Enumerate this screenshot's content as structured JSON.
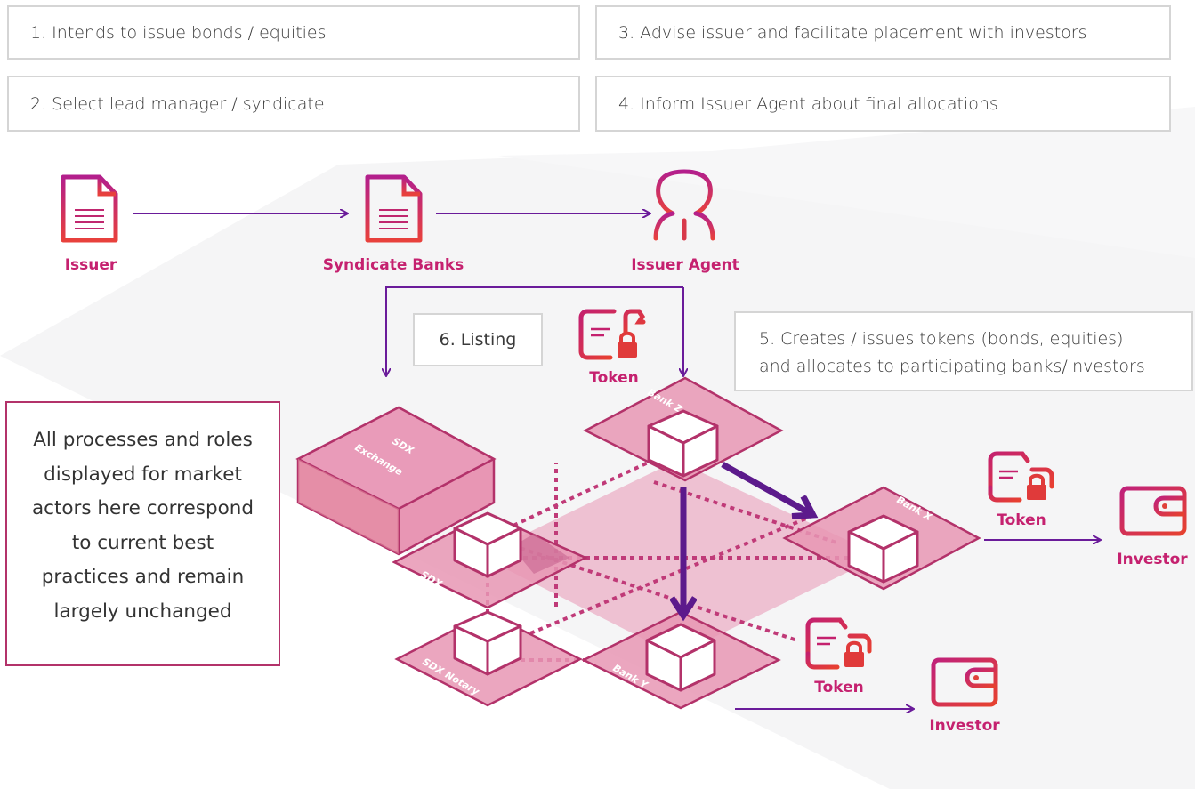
{
  "steps": {
    "s1": "1. Intends to issue bonds / equities",
    "s2": "2. Select lead manager / syndicate",
    "s3": "3. Advise issuer and facilitate placement with investors",
    "s4": "4. Inform Issuer Agent about final allocations",
    "s5_line1": "5. Creates / issues tokens (bonds, equities)",
    "s5_line2": "and allocates to participating banks/investors",
    "s6": "6. Listing"
  },
  "actors": {
    "issuer": "Issuer",
    "syndicate": "Syndicate Banks",
    "agent": "Issuer Agent",
    "investor": "Investor",
    "token": "Token"
  },
  "nodes": {
    "bank_z": "Bank Z",
    "bank_x": "Bank X",
    "bank_y": "Bank Y",
    "sdx": "SDX",
    "sdx_notary": "SDX Notary",
    "exchange_line1": "SDX",
    "exchange_line2": "Exchange"
  },
  "note": {
    "lines": [
      "All processes and roles",
      "displayed for market",
      "actors here correspond",
      "to current best",
      "practices and remain",
      "largely unchanged"
    ]
  },
  "colors": {
    "brand": "#c5216f",
    "arrow": "#6a1b9a",
    "node_fill": "#e896b4",
    "node_stroke": "#b3326a",
    "token_red": "#e03a3a"
  }
}
